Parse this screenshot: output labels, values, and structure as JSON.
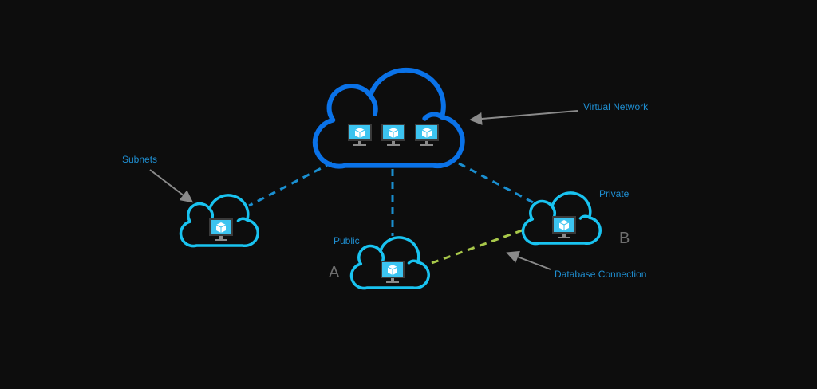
{
  "labels": {
    "virtual_network": "Virtual Network",
    "subnets": "Subnets",
    "private": "Private",
    "public": "Public",
    "database_connection": "Database Connection",
    "subnet_a": "A",
    "subnet_b": "B"
  },
  "colors": {
    "background": "#0d0d0d",
    "vnet_cloud": "#0a72e8",
    "subnet_cloud": "#19c3f0",
    "link": "#1a8fd0",
    "db_link": "#a8c84a",
    "label": "#1f8fd2",
    "arrow": "#8a8a8a"
  }
}
